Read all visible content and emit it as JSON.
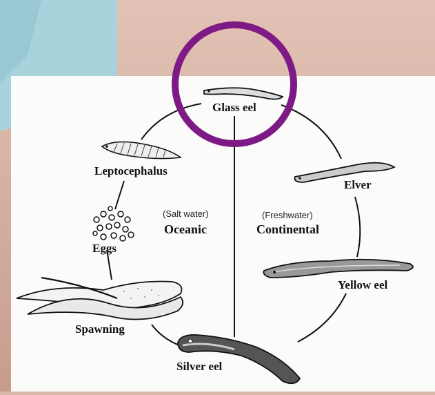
{
  "stages": {
    "glass_eel": "Glass eel",
    "leptocephalus": "Leptocephalus",
    "eggs": "Eggs",
    "spawning": "Spawning",
    "silver_eel": "Silver eel",
    "yellow_eel": "Yellow eel",
    "elver": "Elver"
  },
  "zones": {
    "oceanic_note": "(Salt water)",
    "oceanic_label": "Oceanic",
    "continental_note": "(Freshwater)",
    "continental_label": "Continental"
  },
  "colors": {
    "highlight_circle": "#7d1a86",
    "paper": "#fbfbfa",
    "backdrop_blue": "#a8d3dc",
    "backdrop_skin": "#d9b6a8"
  }
}
